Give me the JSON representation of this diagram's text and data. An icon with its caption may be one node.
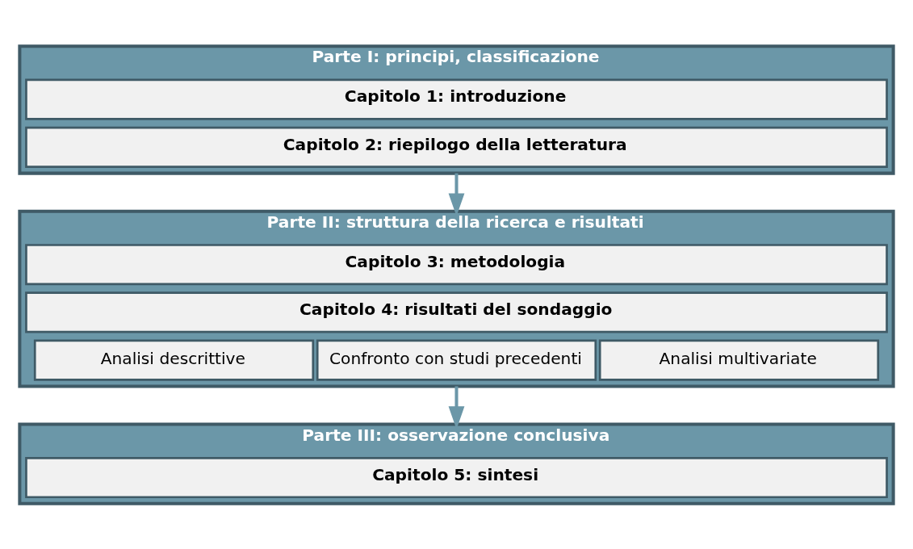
{
  "diagram": {
    "nodes": [
      {
        "text": [
          "Parte I: principi, classificazione"
        ]
      },
      {
        "text": [
          "Capitolo 1: introduzione"
        ],
        "in": 0
      },
      {
        "text": [
          "Capitolo 2: riepilogo della letteratura"
        ],
        "in": 0
      },
      {
        "text": [
          "Parte II: struttura della ricerca e risultati"
        ]
      },
      {
        "text": [
          "Capitolo 3: metodologia"
        ],
        "in": 3
      },
      {
        "text": [
          "Capitolo 4: risultati del sondaggio"
        ],
        "in": 3
      },
      {
        "text": [
          "Analisi descrittive"
        ],
        "in": 3
      },
      {
        "text": [
          "Confronto con studi precedenti"
        ],
        "in": 3
      },
      {
        "text": [
          "Analisi multivariate"
        ],
        "in": 3
      },
      {
        "text": [
          "Parte III: osservazione conclusiva"
        ]
      },
      {
        "text": [
          "Capitolo 5: sintesi"
        ],
        "in": 9
      }
    ],
    "edges": [
      {
        "from": 0,
        "to": 3,
        "arrow": "to"
      },
      {
        "from": 3,
        "to": 9,
        "arrow": "to"
      }
    ]
  }
}
